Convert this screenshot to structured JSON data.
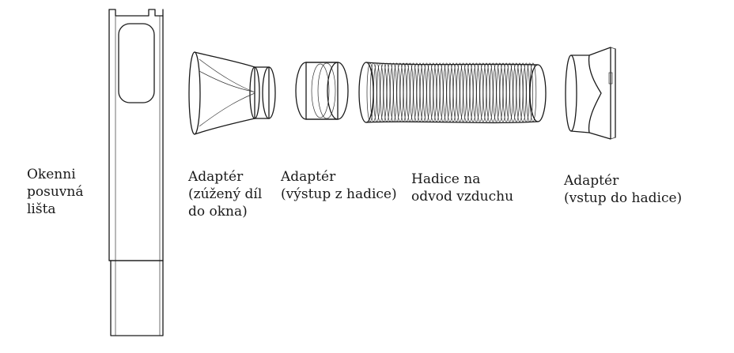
{
  "parts": [
    {
      "id": "window-slider",
      "icon": "window-slider-panel",
      "lines": [
        "Okenni",
        "posuvná",
        "lišta"
      ]
    },
    {
      "id": "adapter-window",
      "icon": "tapered-adapter",
      "lines": [
        "Adaptér",
        "(zúžený díl",
        "do okna)"
      ]
    },
    {
      "id": "adapter-hose-outlet",
      "icon": "ring-adapter",
      "lines": [
        "Adaptér",
        "(výstup z hadice)"
      ]
    },
    {
      "id": "exhaust-hose",
      "icon": "corrugated-hose",
      "lines": [
        "Hadice na",
        "odvod vzduchu"
      ]
    },
    {
      "id": "adapter-hose-inlet",
      "icon": "unit-inlet-adapter",
      "lines": [
        "Adaptér",
        "(vstup do hadice)"
      ]
    }
  ]
}
